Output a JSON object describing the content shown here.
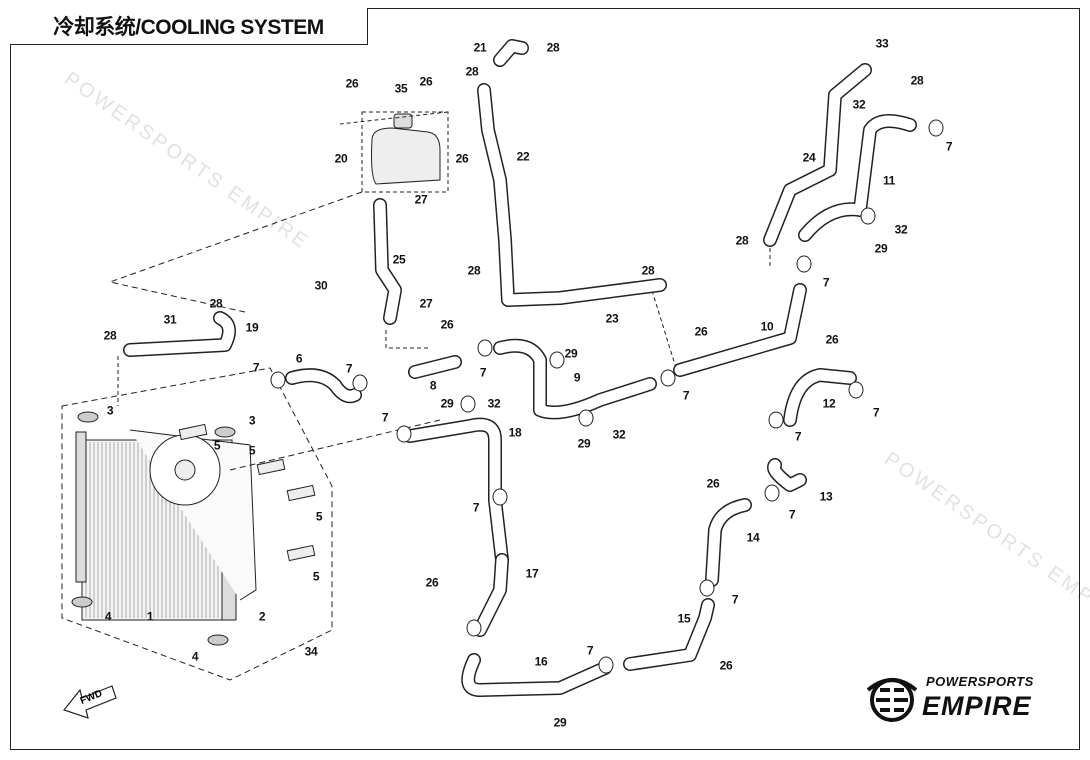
{
  "title": "冷却系统/COOLING SYSTEM",
  "watermark": "POWERSPORTS EMPIRE",
  "logo": {
    "line1": "POWERSPORTS",
    "line2": "EMPIRE"
  },
  "fwd_label": "FWD",
  "callouts": [
    "21",
    "28",
    "28",
    "33",
    "28",
    "26",
    "35",
    "26",
    "32",
    "7",
    "20",
    "26",
    "22",
    "24",
    "11",
    "27",
    "28",
    "29",
    "32",
    "25",
    "28",
    "28",
    "7",
    "30",
    "27",
    "28",
    "31",
    "19",
    "23",
    "26",
    "10",
    "28",
    "26",
    "26",
    "29",
    "6",
    "7",
    "7",
    "7",
    "8",
    "9",
    "3",
    "29",
    "32",
    "7",
    "12",
    "7",
    "3",
    "5",
    "7",
    "18",
    "32",
    "29",
    "7",
    "5",
    "26",
    "13",
    "5",
    "7",
    "7",
    "14",
    "5",
    "26",
    "17",
    "7",
    "4",
    "1",
    "2",
    "15",
    "4",
    "34",
    "7",
    "16",
    "26",
    "29"
  ]
}
